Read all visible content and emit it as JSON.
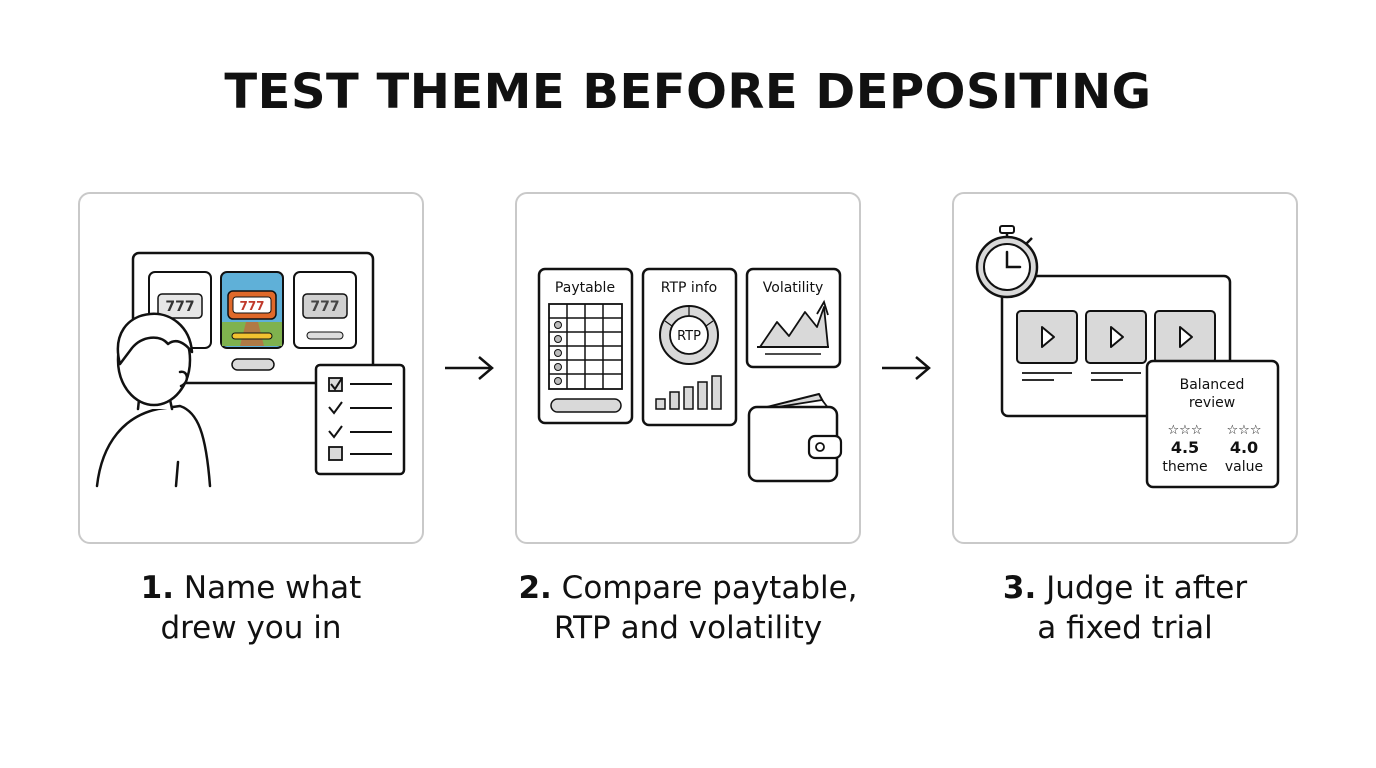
{
  "title": "TEST THEME BEFORE DEPOSITING",
  "steps": [
    {
      "number": "1.",
      "line1": "Name what",
      "line2": "drew you in"
    },
    {
      "number": "2.",
      "line1": "Compare paytable,",
      "line2": "RTP and volatility"
    },
    {
      "number": "3.",
      "line1": "Judge it after",
      "line2": "a fixed trial"
    }
  ],
  "panel1": {
    "slot_reels": "777"
  },
  "panel2": {
    "paytable_label": "Paytable",
    "rtp_label": "RTP info",
    "rtp_gauge_label": "RTP",
    "volatility_label": "Volatility"
  },
  "panel3": {
    "review_line1": "Balanced",
    "review_line2": "review",
    "theme_score": "4.5",
    "theme_label": "theme",
    "value_score": "4.0",
    "value_label": "value"
  },
  "colors": {
    "accent_orange": "#e0692a",
    "accent_yellow": "#f2c230",
    "grass": "#7fb24e",
    "sky": "#5fb0d8",
    "gray": "#d9d9d9"
  }
}
